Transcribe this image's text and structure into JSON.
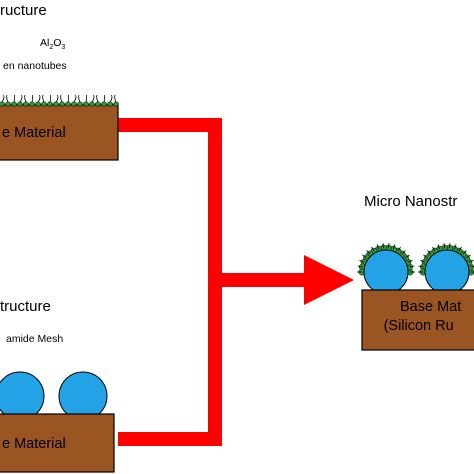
{
  "nano_panel": {
    "title": "ructure",
    "legend_1": "Al",
    "legend_1_sub1": "2",
    "legend_1_mid": "O",
    "legend_1_sub2": "3",
    "legend_2": "en nanotubes",
    "base_label": "e Material"
  },
  "micro_panel": {
    "title": "tructure",
    "legend_1": "amide Mesh",
    "base_label": "e Material"
  },
  "result_panel": {
    "title": "Micro Nanostr",
    "base_line_1": "Base Mat",
    "base_line_2": "(Silicon Ru"
  },
  "colors": {
    "base_brown": "#9b5523",
    "arrow_red": "#ff0000",
    "sphere_blue": "#23a3e6",
    "nano_green": "#2d9a3c"
  }
}
